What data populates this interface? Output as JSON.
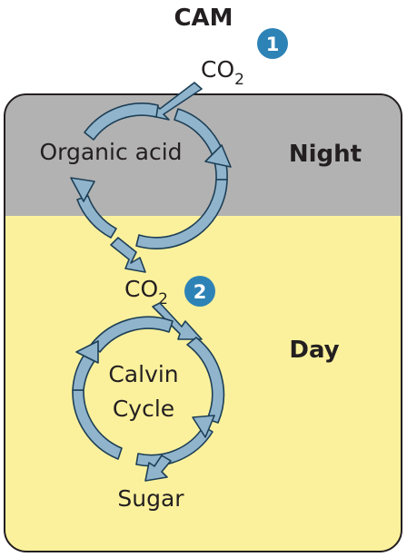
{
  "title": "CAM",
  "step1": "1",
  "step2": "2",
  "co2_top": {
    "base": "CO",
    "sub": "2"
  },
  "co2_mid": {
    "base": "CO",
    "sub": "2"
  },
  "organic_acid": "Organic acid",
  "night": "Night",
  "day": "Day",
  "calvin_line1": "Calvin",
  "calvin_line2": "Cycle",
  "sugar": "Sugar",
  "colors": {
    "night_band": "#b2b2b2",
    "day_band": "#fbf19d",
    "arrow_fill": "#8fb4cc",
    "arrow_stroke": "#1d3f56",
    "badge": "#2e83b6",
    "border": "#231f20"
  }
}
